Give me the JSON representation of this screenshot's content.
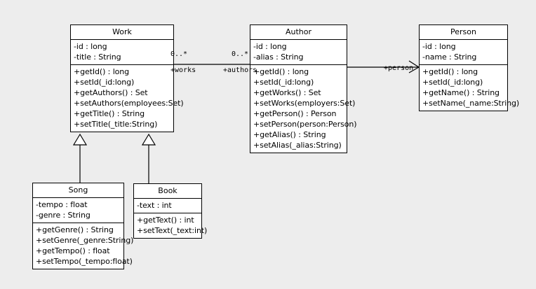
{
  "diagram": {
    "type": "uml-class-diagram",
    "background_color": "#ededed",
    "box_fill": "#ffffff",
    "line_color": "#000000"
  },
  "classes": {
    "work": {
      "name": "Work",
      "attributes": [
        "-id : long",
        "-title : String"
      ],
      "operations": [
        "+getId() : long",
        "+setId(_id:long)",
        "+getAuthors() : Set",
        "+setAuthors(employees:Set)",
        "+getTitle() : String",
        "+setTitle(_title:String)"
      ]
    },
    "author": {
      "name": "Author",
      "attributes": [
        "-id : long",
        "-alias : String"
      ],
      "operations": [
        "+getId() : long",
        "+setId(_id:long)",
        "+getWorks() : Set",
        "+setWorks(employers:Set)",
        "+getPerson() : Person",
        "+setPerson(person:Person)",
        "+getAlias() : String",
        "+setAlias(_alias:String)"
      ]
    },
    "person": {
      "name": "Person",
      "attributes": [
        "-id : long",
        "-name : String"
      ],
      "operations": [
        "+getId() : long",
        "+setId(_id:long)",
        "+getName() : String",
        "+setName(_name:String)"
      ]
    },
    "song": {
      "name": "Song",
      "attributes": [
        "-tempo : float",
        "-genre : String"
      ],
      "operations": [
        "+getGenre() : String",
        "+setGenre(_genre:String)",
        "+getTempo() : float",
        "+setTempo(_tempo:float)"
      ]
    },
    "book": {
      "name": "Book",
      "attributes": [
        "-text : int"
      ],
      "operations": [
        "+getText() : int",
        "+setText(_text:int)"
      ]
    }
  },
  "relationships": {
    "work_author": {
      "kind": "association",
      "source_multiplicity": "0..*",
      "target_multiplicity": "0..*",
      "source_role": "+works",
      "target_role": "+authors"
    },
    "author_person": {
      "kind": "association",
      "target_role": "+person"
    },
    "song_work": {
      "kind": "generalization"
    },
    "book_work": {
      "kind": "generalization"
    }
  }
}
